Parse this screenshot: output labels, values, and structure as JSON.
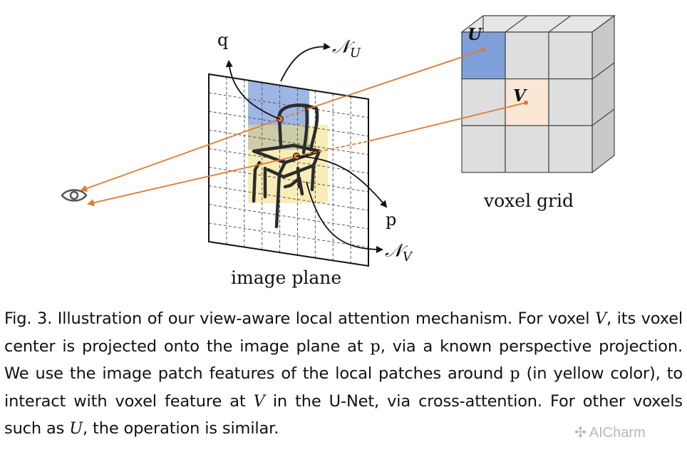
{
  "figure": {
    "labels": {
      "q": "q",
      "p": "p",
      "nu_sym": "𝒩",
      "nu_sub": "U",
      "nv_sym": "𝒩",
      "nv_sub": "V",
      "voxel_u": "U",
      "voxel_v": "V",
      "voxel_grid": "voxel grid",
      "image_plane": "image plane"
    },
    "colors": {
      "ray": "#e07b30",
      "patch_u": "#5b86d1",
      "patch_v": "#f2de7a",
      "voxel_u": "#7f9fd8",
      "voxel_v": "#fbe7d5",
      "voxel_face": "#dedede",
      "voxel_stroke": "#444444"
    }
  },
  "caption": {
    "prefix": "Fig. 3.",
    "t1": "  Illustration of our view-aware local attention mechanism. For voxel ",
    "v1": "V",
    "t2": ", its voxel center is projected onto the image plane at ",
    "p1": "p",
    "t3": ", via a known perspective projection. We use the image patch features of the local patches around ",
    "p2": "p",
    "t4": " (in yellow color), to interact with voxel feature at ",
    "v2": "V",
    "t5": " in the U-Net, via cross-attention. For other voxels such as ",
    "u1": "U",
    "t6": ", the operation is similar."
  },
  "watermark": {
    "text": "AICharm",
    "icon": "wechat-icon"
  }
}
